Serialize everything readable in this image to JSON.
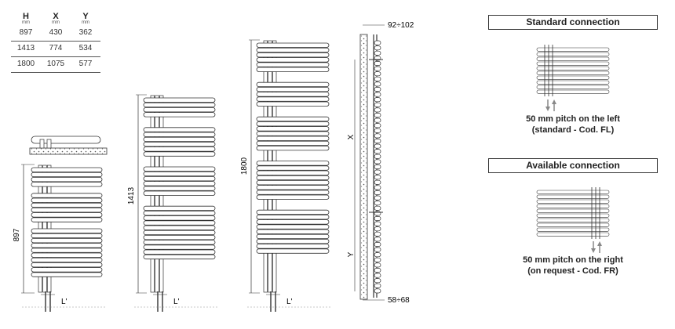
{
  "table": {
    "headers": [
      {
        "label": "H",
        "unit": "mm"
      },
      {
        "label": "X",
        "unit": "mm"
      },
      {
        "label": "Y",
        "unit": "mm"
      }
    ],
    "rows": [
      [
        "897",
        "430",
        "362"
      ],
      [
        "1413",
        "774",
        "534"
      ],
      [
        "1800",
        "1075",
        "577"
      ]
    ]
  },
  "radiators": [
    {
      "height_label": "897",
      "spacing_label": "L'"
    },
    {
      "height_label": "1413",
      "spacing_label": "L'"
    },
    {
      "height_label": "1800",
      "spacing_label": "L'"
    }
  ],
  "side_view": {
    "top_label": "92÷102",
    "bottom_label": "58÷68",
    "x_label": "X",
    "y_label": "Y"
  },
  "connections": {
    "standard": {
      "title": "Standard connection",
      "caption_line1": "50 mm pitch on the left",
      "caption_line2": "(standard - Cod. FL)"
    },
    "available": {
      "title": "Available connection",
      "caption_line1": "50 mm pitch on the right",
      "caption_line2": "(on request - Cod. FR)"
    }
  }
}
